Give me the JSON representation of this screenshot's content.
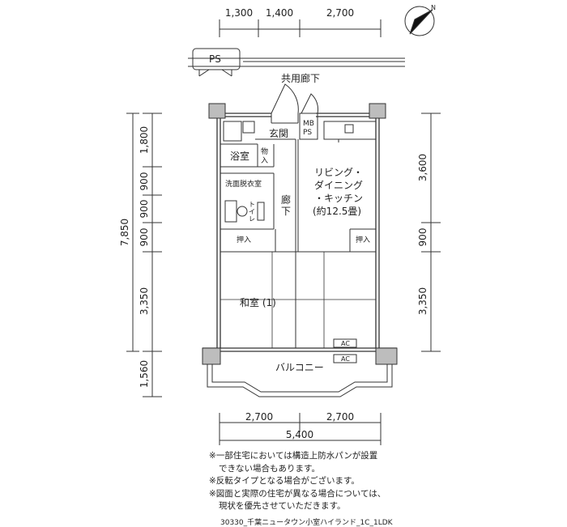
{
  "dimensions": {
    "top": [
      "1,300",
      "1,400",
      "2,700"
    ],
    "left_total": "7,850",
    "left_parts": [
      "1,800",
      "900",
      "900",
      "900",
      "3,350",
      "1,560"
    ],
    "right_parts": [
      "3,600",
      "900",
      "3,350"
    ],
    "bottom_parts": [
      "2,700",
      "2,700"
    ],
    "bottom_total": "5,400"
  },
  "rooms": {
    "ps": "PS",
    "common_corridor": "共用廊下",
    "mbps_line1": "MB",
    "mbps_line2": "PS",
    "entrance": "玄関",
    "bath": "浴室",
    "storage_line1": "物",
    "storage_line2": "入",
    "washroom": "洗面脱衣室",
    "toilet_line1": "ト",
    "toilet_line2": "イ",
    "toilet_line3": "レ",
    "hallway_line1": "廊",
    "hallway_line2": "下",
    "ldk_line1": "リビング・",
    "ldk_line2": "ダイニング",
    "ldk_line3": "・キッチン",
    "ldk_line4": "(約12.5畳)",
    "closet_left": "押入",
    "closet_right": "押入",
    "japanese_room": "和室 (1)",
    "balcony": "バルコニー",
    "ac_1": "AC",
    "ac_2": "AC"
  },
  "compass": {
    "label": "N",
    "icon": "north-arrow-icon"
  },
  "notes": [
    "※一部住宅においては構造上防水パンが設置",
    "できない場合もあります。",
    "※反転タイプとなる場合がございます。",
    "※図面と実際の住宅が異なる場合については、",
    "現状を優先させていただきます。"
  ],
  "footer": "30330_千葉ニュータウン小室ハイランド_1C_1LDK"
}
